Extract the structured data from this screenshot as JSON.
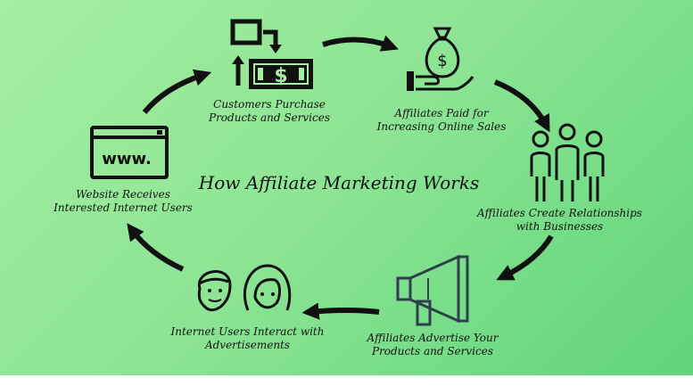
{
  "title": "How Affiliate Marketing Works",
  "steps": [
    {
      "line1": "Customers Purchase",
      "line2": "Products and Services",
      "icon": "purchase-exchange-icon"
    },
    {
      "line1": "Affiliates Paid for",
      "line2": "Increasing Online Sales",
      "icon": "money-bag-hand-icon",
      "symbol": "$"
    },
    {
      "line1": "Affiliates Create Relationships",
      "line2": "with Businesses",
      "icon": "group-people-icon"
    },
    {
      "line1": "Affiliates Advertise Your",
      "line2": "Products and Services",
      "icon": "megaphone-icon"
    },
    {
      "line1": "Internet Users Interact with",
      "line2": "Advertisements",
      "icon": "users-faces-icon"
    },
    {
      "line1": "Website Receives",
      "line2": "Interested Internet Users",
      "icon": "website-browser-icon",
      "symbol": "www."
    }
  ],
  "currency_symbol": "$",
  "colors": {
    "background_start": "#a3ef9f",
    "background_end": "#5fd47a",
    "icon": "#111111",
    "megaphone": "#2f3f4d"
  }
}
